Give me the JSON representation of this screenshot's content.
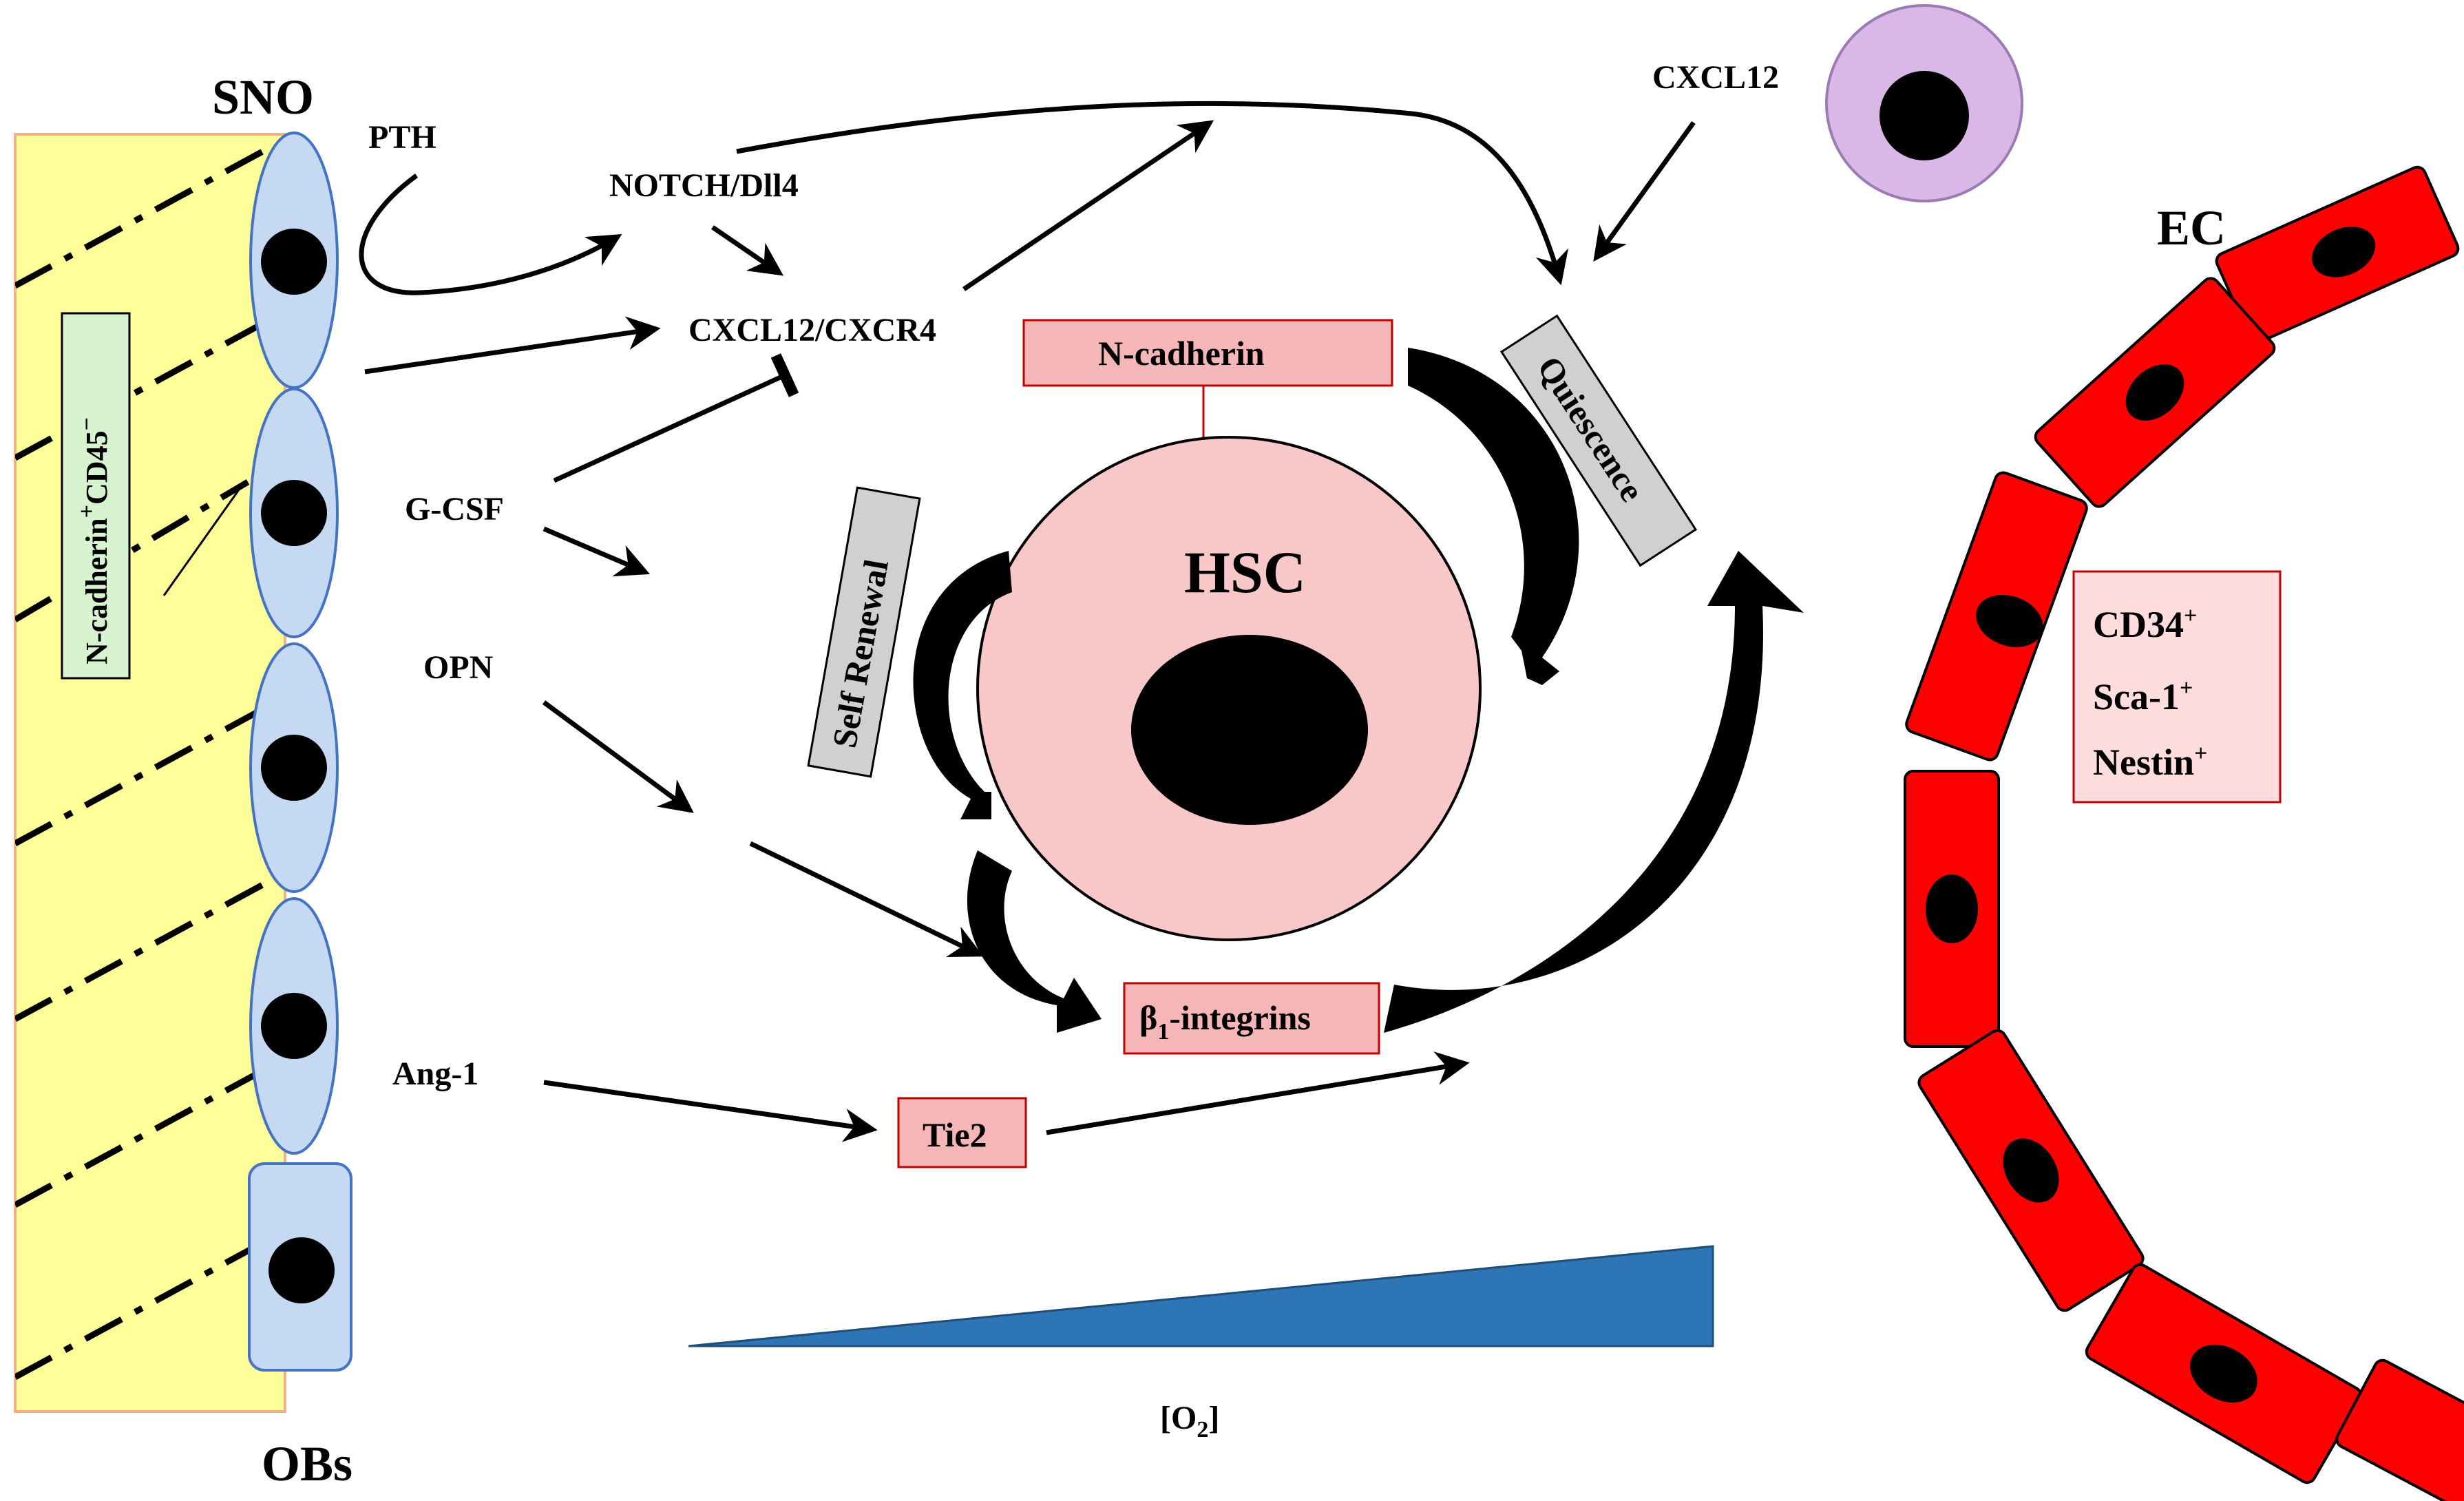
{
  "labels": {
    "sno": "SNO",
    "obs": "OBs",
    "ec": "EC",
    "pth": "PTH",
    "notch": "NOTCH/Dll4",
    "cxcl12_cxcr4": "CXCL12/CXCR4",
    "gcsf": "G-CSF",
    "opn": "OPN",
    "ang1": "Ang-1",
    "cxcl12_top": "CXCL12",
    "hsc": "HSC",
    "o2_open": "[O",
    "o2_sub": "2",
    "o2_close": "]"
  },
  "boxes": {
    "ncadherin": "N-cadherin",
    "tie2": "Tie2",
    "beta_symbol": "β",
    "beta_sub": "1",
    "beta_rest": "-integrins",
    "quiescence": "Quiescence",
    "self_renewal": "Self Renewal"
  },
  "marker_box": {
    "line1": "CD34",
    "line2": "Sca-1",
    "line3": "Nestin",
    "sup": "+"
  },
  "osteoblast_label": {
    "part1": "N-cadherin",
    "sup1": "+",
    "part2": "CD45",
    "sup2": "−"
  },
  "colors": {
    "bone_fill": "#ffff99",
    "bone_border": "#f4b183",
    "osteoblast_fill": "#c5daf2",
    "osteoblast_stroke": "#4472c4",
    "hsc_fill": "#f8c8c8",
    "box_fill": "#f4b6b6",
    "box_stroke": "#c00000",
    "gray_box": "#d0d0d0",
    "endothelial": "#ff0000",
    "o2_wedge": "#2e75b6",
    "circulating_cell": "#d9b8e8",
    "label_box_fill": "#d8f3d0"
  }
}
